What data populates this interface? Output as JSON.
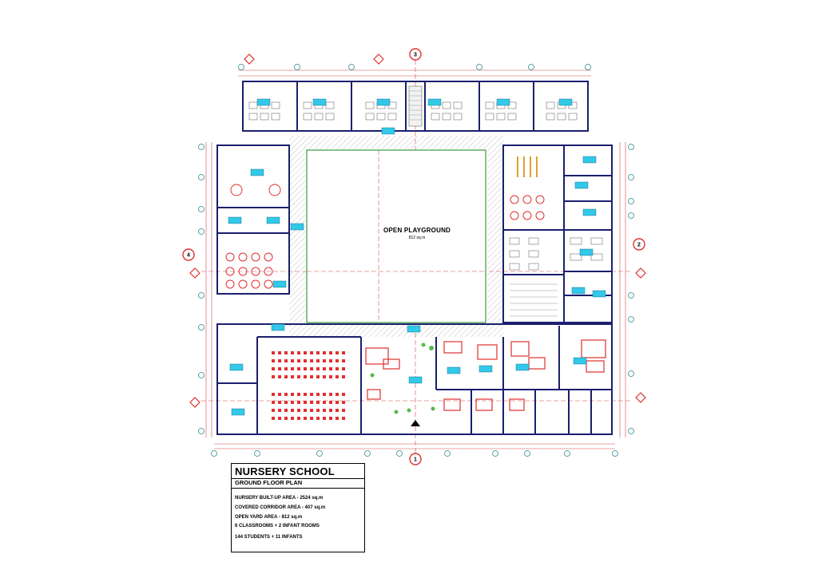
{
  "playground": {
    "title": "OPEN PLAYGROUND",
    "area": "812 sq.m"
  },
  "grid_markers": {
    "top": "3",
    "right": "2",
    "bottom": "1",
    "left": "4"
  },
  "title_block": {
    "title": "NURSERY SCHOOL",
    "subtitle": "GROUND FLOOR PLAN",
    "lines": [
      "NURSERY BUILT-UP AREA - 2524 sq.m",
      "COVERED CORRIDOR  AREA - 407 sq.m",
      "OPEN YARD  AREA - 812 sq.m",
      "6 CLASSROOMS + 2 INFANT ROOMS",
      "144 STUDENTS  +  11 INFANTS"
    ]
  },
  "colors": {
    "wall": "#1a1f6e",
    "furniture": "#e03030",
    "tag": "#33c8e8",
    "grid": "#2a8a8a",
    "dimension": "#d84848",
    "green": "#3a9a3a",
    "marker": "#e03030"
  }
}
